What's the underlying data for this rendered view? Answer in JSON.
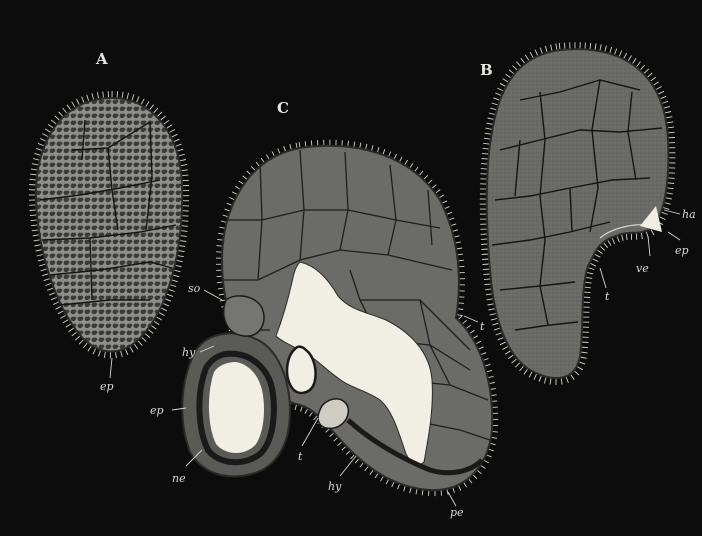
{
  "figure": {
    "panels": [
      "A",
      "B",
      "C"
    ],
    "labels": {
      "a_ep": "ep",
      "b_ha": "ha",
      "b_ep": "ep",
      "b_ve": "ve",
      "b_t": "t",
      "c_so": "so",
      "c_hy_upper": "hy",
      "c_ep": "ep",
      "c_ne": "ne",
      "c_t": "t",
      "c_hy_lower": "hy",
      "c_pe": "pe",
      "c_t_right": "t"
    }
  },
  "colors": {
    "background": "#0c0c0c",
    "tissue": "#6b6b68",
    "tissue_dark": "#3e3e3c",
    "cavity": "#f1efe3",
    "line": "#1a1a1a",
    "cilia": "#d6d4cc"
  }
}
